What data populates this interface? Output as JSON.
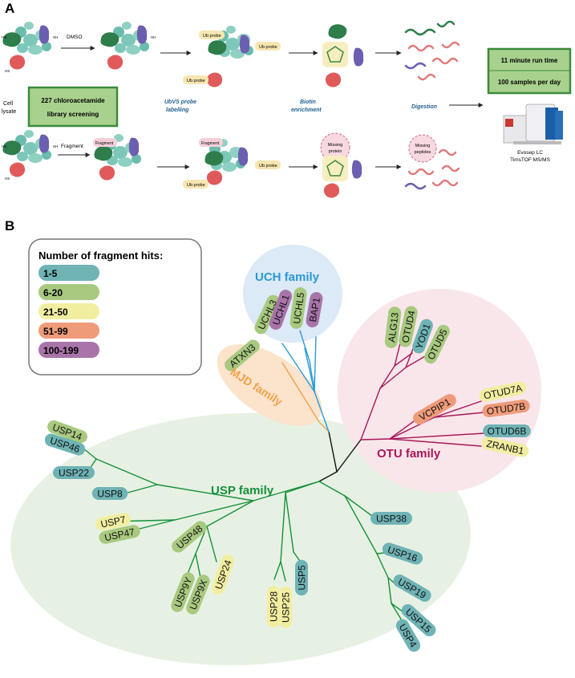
{
  "panel_a": {
    "label": "A",
    "cell_lysate_line1": "Cell",
    "cell_lysate_line2": "lysate",
    "dmso": "DMSO",
    "fragment_arrow": "Fragment",
    "fragment_tag": "Fragment",
    "sh": "SH",
    "hs": "HS",
    "s": "S",
    "ub_probe": "Ub probe",
    "library_line1": "227 chloroacetamide",
    "library_line2": "library screening",
    "step_ubvs_line1": "UbVS probe",
    "step_ubvs_line2": "labelling",
    "step_biotin_line1": "Biotin",
    "step_biotin_line2": "enrichment",
    "step_digestion": "Digestion",
    "missing_protein_line1": "Missing",
    "missing_protein_line2": "protein",
    "missing_peptides_line1": "Missing",
    "missing_peptides_line2": "peptides",
    "run_line1": "11 minute run time",
    "run_line2": "100 samples per day",
    "instrument_line1": "Evosep LC",
    "instrument_line2": "TimsTOF MS/MS"
  },
  "panel_b": {
    "label": "B",
    "legend_title": "Number of fragment hits:",
    "legend": [
      {
        "label": "1-5",
        "color": "#6fb3b5"
      },
      {
        "label": "6-20",
        "color": "#a8c97f"
      },
      {
        "label": "21-50",
        "color": "#f2eea0"
      },
      {
        "label": "51-99",
        "color": "#ef9b7a"
      },
      {
        "label": "100-199",
        "color": "#a874a9"
      }
    ],
    "families": [
      {
        "name": "UCH family",
        "color": "#2b9ad6"
      },
      {
        "name": "MJD family",
        "color": "#f0a24a"
      },
      {
        "name": "OTU family",
        "color": "#a8175a"
      },
      {
        "name": "USP family",
        "color": "#15903a"
      }
    ],
    "leaves": [
      {
        "name": "UCHL3",
        "hits": "6-20"
      },
      {
        "name": "UCHL1",
        "hits": "100-199"
      },
      {
        "name": "UCHL5",
        "hits": "6-20"
      },
      {
        "name": "BAP1",
        "hits": "100-199"
      },
      {
        "name": "ATXN3",
        "hits": "6-20"
      },
      {
        "name": "ALG13",
        "hits": "6-20"
      },
      {
        "name": "OTUD4",
        "hits": "6-20"
      },
      {
        "name": "YOD1",
        "hits": "1-5"
      },
      {
        "name": "OTUD5",
        "hits": "6-20"
      },
      {
        "name": "VCPIP1",
        "hits": "51-99"
      },
      {
        "name": "OTUD7A",
        "hits": "21-50"
      },
      {
        "name": "OTUD7B",
        "hits": "51-99"
      },
      {
        "name": "OTUD6B",
        "hits": "1-5"
      },
      {
        "name": "ZRANB1",
        "hits": "21-50"
      },
      {
        "name": "USP14",
        "hits": "6-20"
      },
      {
        "name": "USP46",
        "hits": "1-5"
      },
      {
        "name": "USP22",
        "hits": "1-5"
      },
      {
        "name": "USP8",
        "hits": "1-5"
      },
      {
        "name": "USP7",
        "hits": "21-50"
      },
      {
        "name": "USP47",
        "hits": "6-20"
      },
      {
        "name": "USP48",
        "hits": "6-20"
      },
      {
        "name": "USP9Y",
        "hits": "6-20"
      },
      {
        "name": "USP9X",
        "hits": "6-20"
      },
      {
        "name": "USP24",
        "hits": "21-50"
      },
      {
        "name": "USP28",
        "hits": "21-50"
      },
      {
        "name": "USP25",
        "hits": "21-50"
      },
      {
        "name": "USP5",
        "hits": "1-5"
      },
      {
        "name": "USP38",
        "hits": "1-5"
      },
      {
        "name": "USP16",
        "hits": "1-5"
      },
      {
        "name": "USP19",
        "hits": "1-5"
      },
      {
        "name": "USP15",
        "hits": "1-5"
      },
      {
        "name": "USP4",
        "hits": "1-5"
      }
    ]
  }
}
